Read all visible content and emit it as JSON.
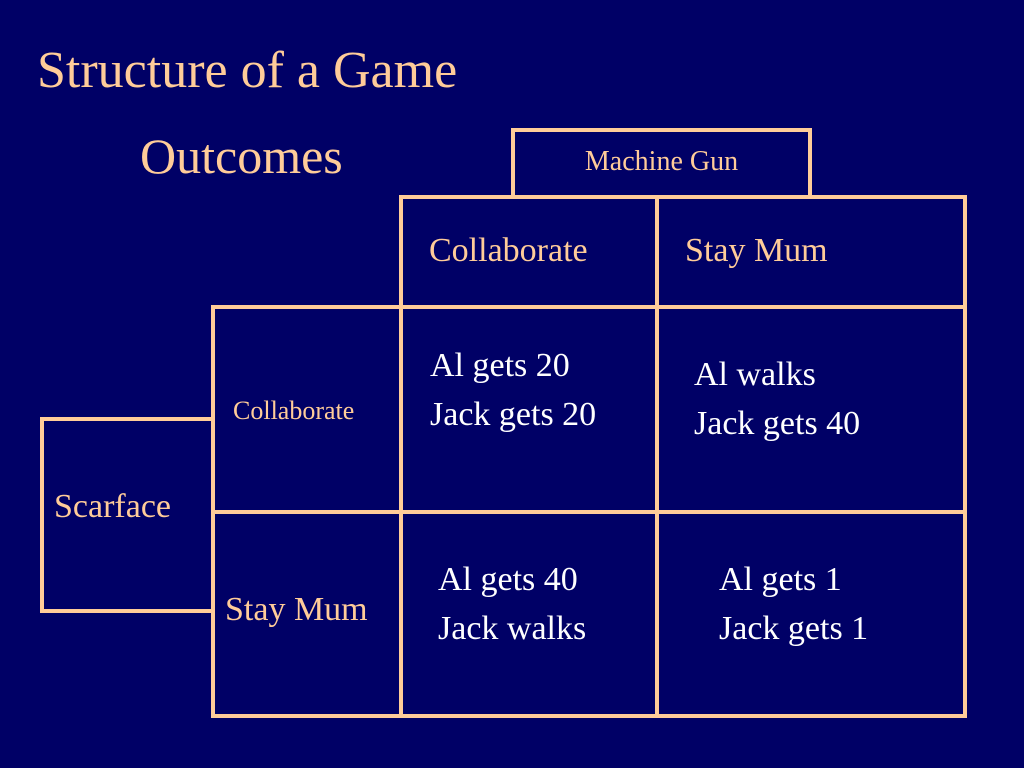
{
  "slide": {
    "title": "Structure of a Game",
    "subtitle": "Outcomes"
  },
  "game": {
    "column_player": "Machine Gun",
    "row_player": "Scarface",
    "column_strategies": [
      "Collaborate",
      "Stay Mum"
    ],
    "row_strategies": [
      "Collaborate",
      "Stay Mum"
    ],
    "outcomes": [
      {
        "row": "Collaborate",
        "column": "Collaborate",
        "lines": [
          "Al gets 20",
          "Jack gets 20"
        ]
      },
      {
        "row": "Collaborate",
        "column": "Stay Mum",
        "lines": [
          "Al walks",
          "Jack gets 40"
        ]
      },
      {
        "row": "Stay Mum",
        "column": "Collaborate",
        "lines": [
          "Al gets 40",
          "Jack walks"
        ]
      },
      {
        "row": "Stay Mum",
        "column": "Stay Mum",
        "lines": [
          "Al gets 1",
          "Jack gets 1"
        ]
      }
    ]
  },
  "colors": {
    "background": "#000066",
    "accent": "#FFCC99",
    "text": "#FFFFFF"
  }
}
